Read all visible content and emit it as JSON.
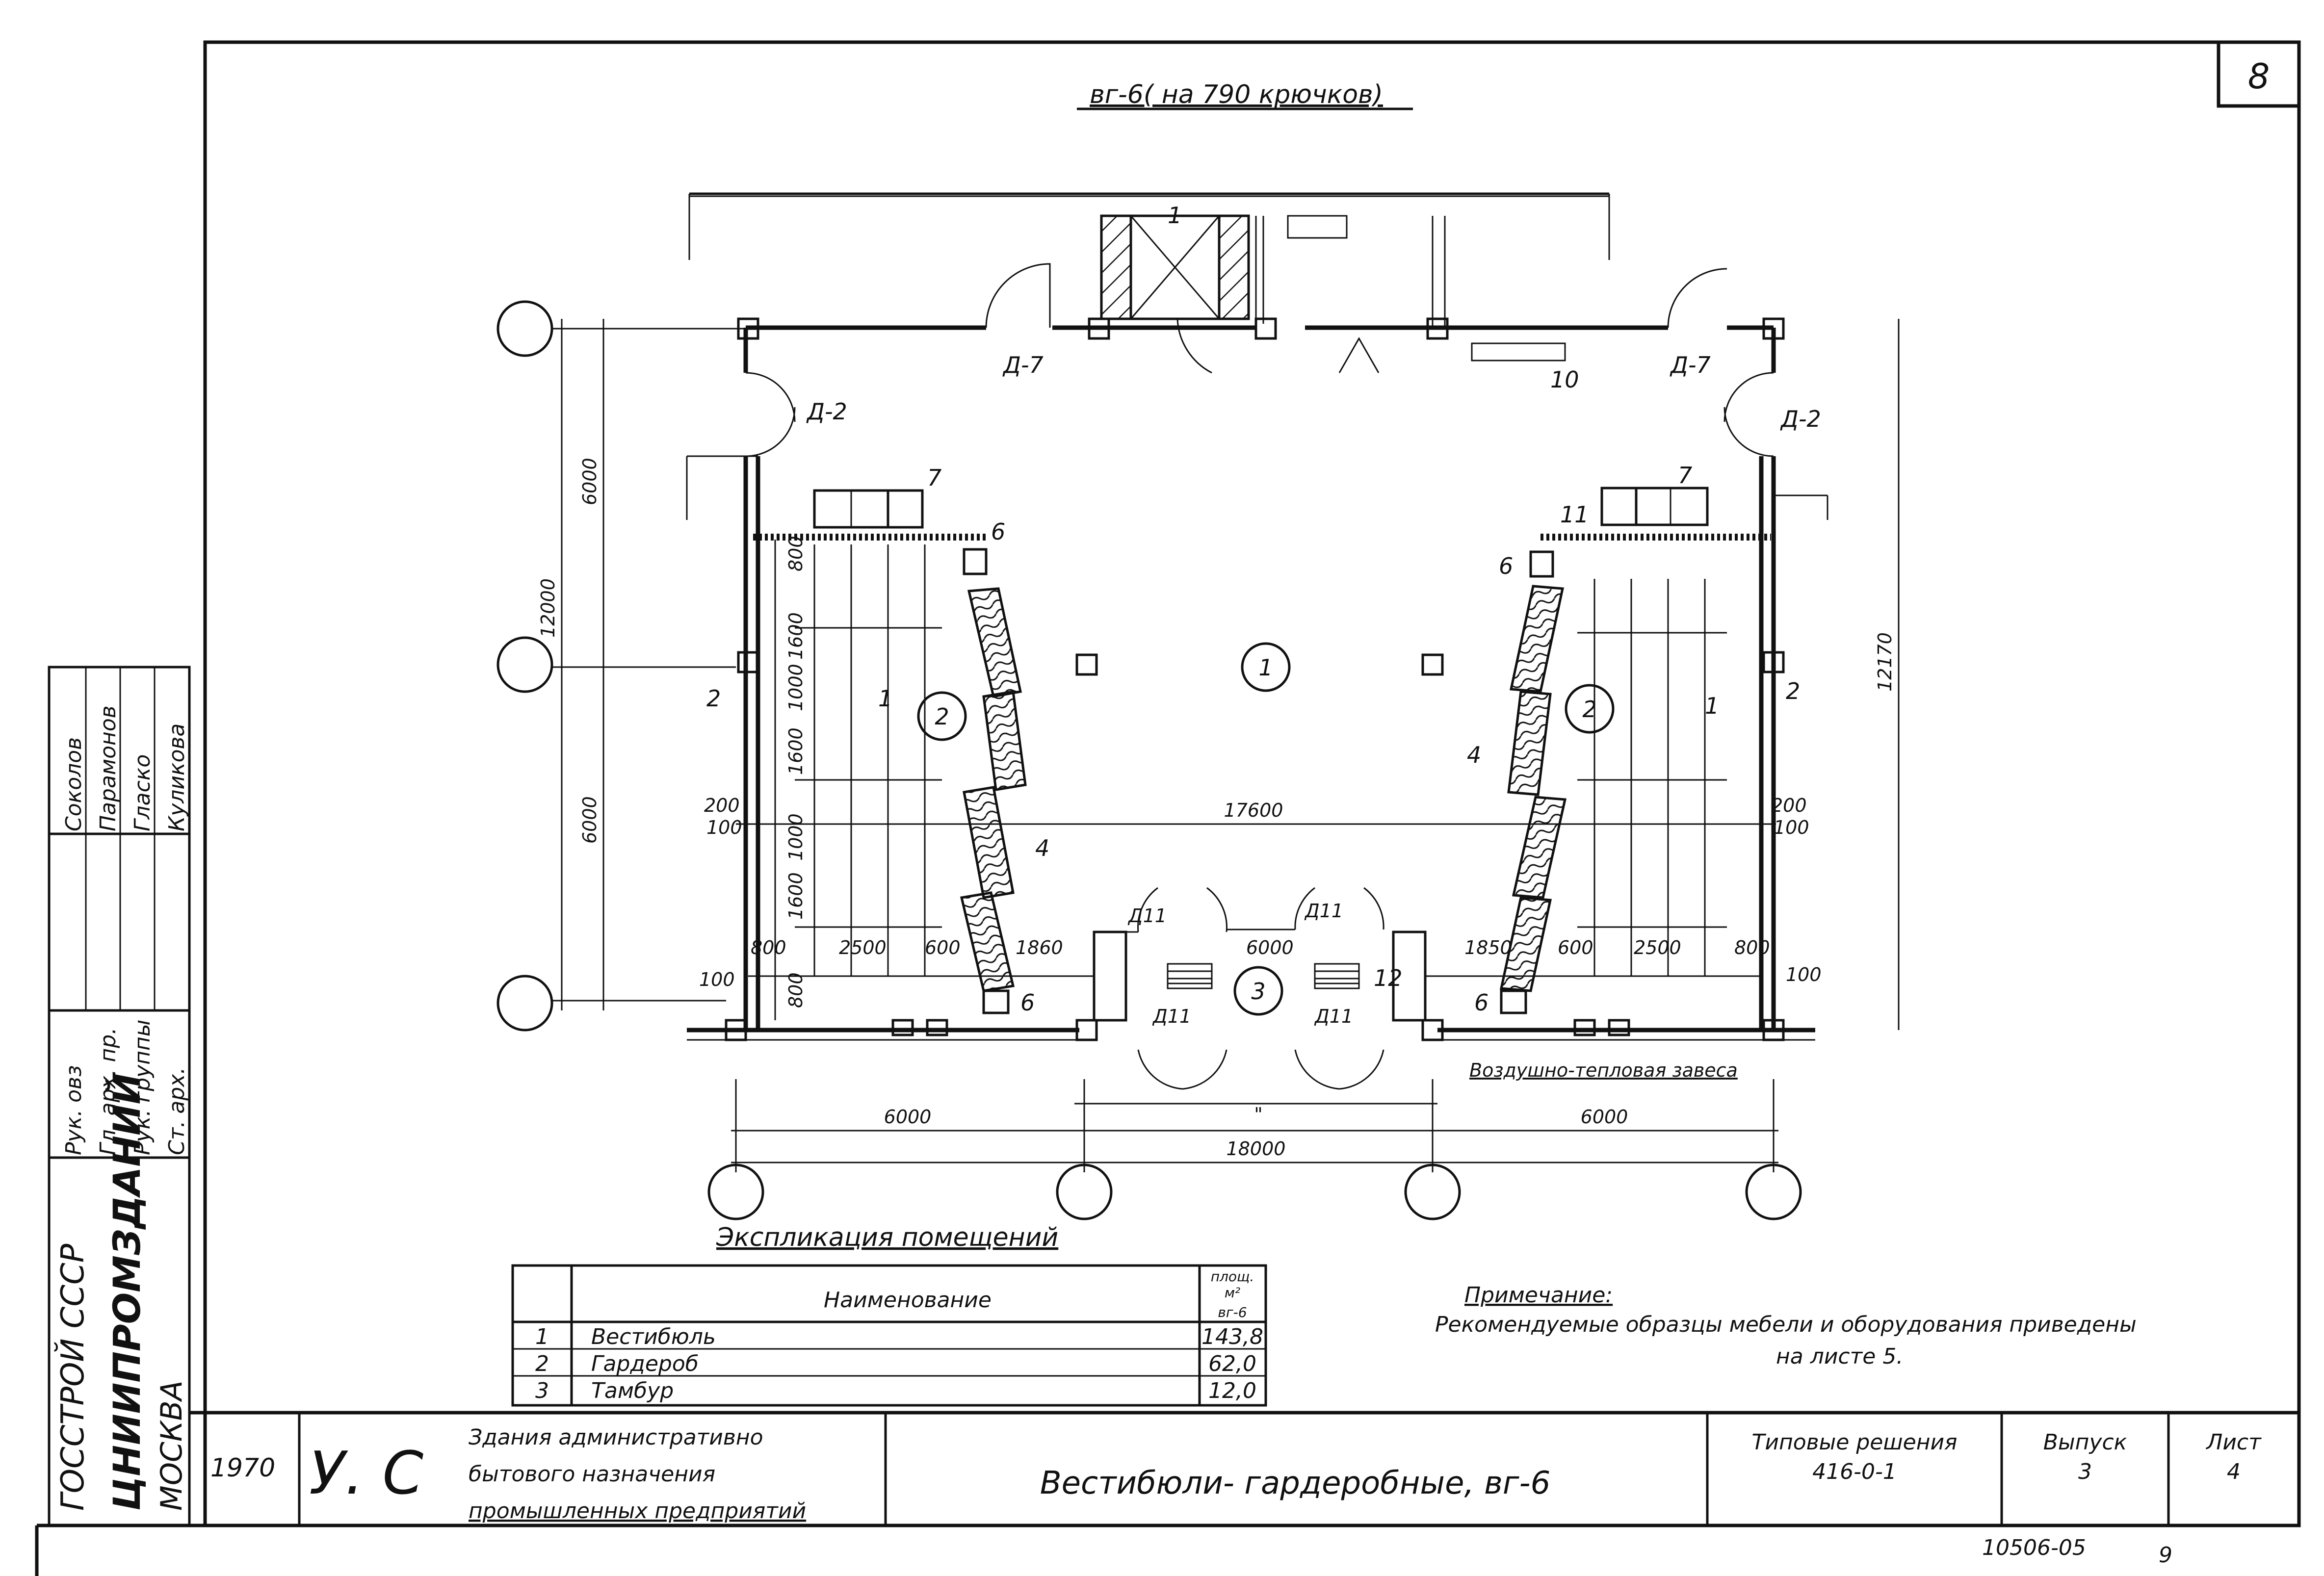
{
  "sheet": {
    "number": "8",
    "plan_title": "вг-6( на 790 крючков)",
    "approval_names": [
      "Соколов",
      "Парамонов",
      "Гласко",
      "Куликова"
    ],
    "approval_roles": [
      "Рук. овз",
      "Гл. арх. пр.",
      "Рук. группы",
      "Ст. арх."
    ],
    "org_lines": [
      "ГОССТРОЙ СССР",
      "ЦНИИПРОМЗДАНИЙ",
      "МОСКВА"
    ],
    "archive_code": "10506-05",
    "archive_page": "9"
  },
  "plan": {
    "room_marks": [
      "1",
      "2",
      "2",
      "3"
    ],
    "door_labels": [
      "Д-7",
      "Д-7",
      "Д-2",
      "Д-2",
      "Д11",
      "Д11",
      "Д11",
      "Д11"
    ],
    "item_marks": [
      "1",
      "1",
      "2",
      "2",
      "4",
      "4",
      "6",
      "6",
      "6",
      "6",
      "7",
      "7",
      "10",
      "11",
      "12",
      "1"
    ],
    "dims": {
      "left_12000": "12000",
      "left_6000_top": "6000",
      "left_6000_bottom": "6000",
      "right_12170": "12170",
      "inner_17600": "17600",
      "bottom_6000_left": "6000",
      "bottom_6000_right": "6000",
      "bottom_18000": "18000",
      "bottom_mid": "\"",
      "bay_6000": "6000",
      "left_chain": [
        "800",
        "2500",
        "600",
        "1860"
      ],
      "right_chain": [
        "1850",
        "600",
        "2500",
        "800"
      ],
      "left_vert": [
        "800",
        "1600",
        "1000",
        "1600",
        "1000",
        "1600",
        "800"
      ],
      "right_vert_200": "200",
      "right_vert_100": "100",
      "left_vert_200": "200",
      "left_vert_100": "100",
      "corner_100_left": "100",
      "corner_100_right": "100"
    },
    "air_curtain": "Воздушно-тепловая завеса"
  },
  "explication": {
    "title": "Экспликация помещений",
    "header_name": "Наименование",
    "header_area": [
      "площ.",
      "м²",
      "вг-6"
    ],
    "rows": [
      {
        "num": "1",
        "name": "Вестибюль",
        "area": "143,8"
      },
      {
        "num": "2",
        "name": "Гардероб",
        "area": "62,0"
      },
      {
        "num": "3",
        "name": "Тамбур",
        "area": "12,0"
      }
    ]
  },
  "note": {
    "title": "Примечание:",
    "line1": "Рекомендуемые образцы мебели и оборудования приведены",
    "line2": "на листе 5."
  },
  "title_block": {
    "year": "1970",
    "code": "У. С",
    "project_lines": [
      "Здания административно",
      "бытового назначения",
      "промышленных предприятий"
    ],
    "sheet_title": "Вестибюли- гардеробные, вг-6",
    "series_label": "Типовые решения",
    "series_value": "416-0-1",
    "issue_label": "Выпуск",
    "issue_value": "3",
    "sheet_label": "Лист",
    "sheet_value": "4"
  }
}
